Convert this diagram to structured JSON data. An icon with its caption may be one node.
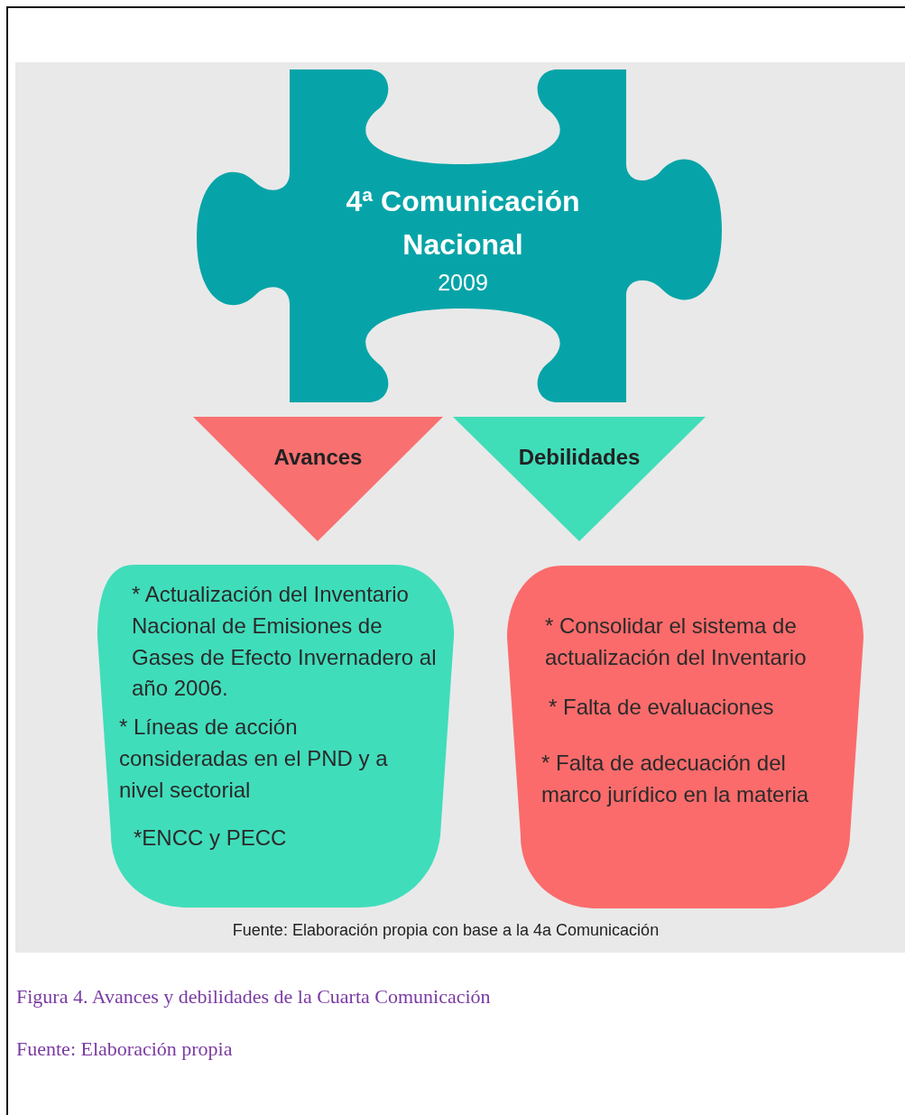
{
  "diagram": {
    "caption": "Figura 4. Avances y debilidades de la Cuarta Comunicación",
    "nodes": [
      {
        "text": [
          "4ª Comunicación Nacional",
          "2009"
        ]
      },
      {
        "text": [
          "Avances"
        ]
      },
      {
        "text": [
          "Debilidades"
        ]
      },
      {
        "text": [
          "* Actualización del Inventario Nacional de Emisiones de Gases de Efecto Invernadero al año 2006.",
          "* Líneas de acción consideradas en  el PND y a nivel sectorial",
          "*ENCC y PECC"
        ]
      },
      {
        "text": [
          "* Consolidar el sistema de actualización del Inventario",
          "* Falta de evaluaciones",
          "* Falta de adecuación del marco jurídico en la materia"
        ]
      }
    ],
    "labels": [
      "Fuente: Elaboración propia con base a la 4a Comunicación",
      "Fuente: Elaboración propia"
    ]
  }
}
